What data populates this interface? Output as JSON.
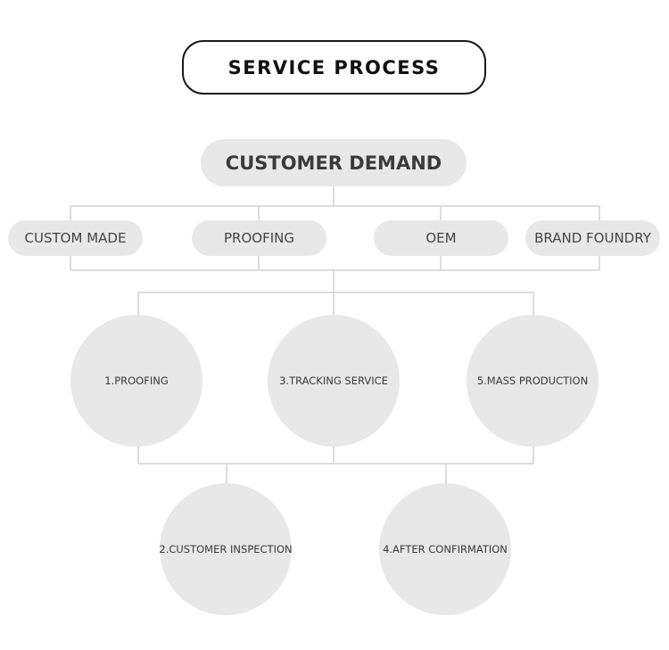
{
  "title": "SERVICE PROCESS",
  "root": "CUSTOMER DEMAND",
  "options": [
    "CUSTOM MADE",
    "PROOFING",
    "OEM",
    "BRAND FOUNDRY"
  ],
  "steps": [
    "1.PROOFING",
    "2.CUSTOMER INSPECTION",
    "3.TRACKING SERVICE",
    "4.AFTER CONFIRMATION",
    "5.MASS PRODUCTION"
  ],
  "colors": {
    "node_fill": "#e8e8e8",
    "connector": "#dcdcdc",
    "title_border": "#1a1a1a",
    "text": "#3c3c3c"
  }
}
